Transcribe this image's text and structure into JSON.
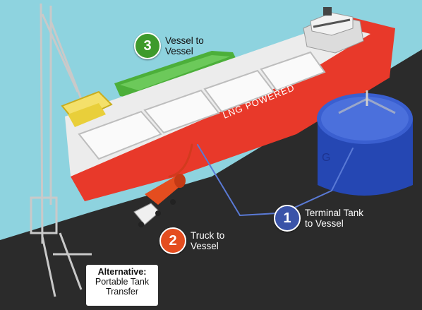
{
  "colors": {
    "sky": "#8ed3df",
    "ground": "#2b2b2b",
    "hull": "#e8392a",
    "barge": "#4caf3a",
    "tank": "#2547b3",
    "crane": "#c9c9c9",
    "badge_green": "#3e9a2c",
    "badge_red": "#e44d1f",
    "badge_blue": "#3a53a8"
  },
  "ship": {
    "hull_text": "LNG POWERED"
  },
  "tank": {
    "text": "G"
  },
  "callouts": {
    "vessel_to_vessel": {
      "number": "3",
      "line1": "Vessel to",
      "line2": "Vessel",
      "icon": "number-badge"
    },
    "truck_to_vessel": {
      "number": "2",
      "line1": "Truck to",
      "line2": "Vessel",
      "icon": "number-badge"
    },
    "terminal_tank": {
      "number": "1",
      "line1": "Terminal Tank",
      "line2": "to Vessel",
      "icon": "number-badge"
    },
    "alternative": {
      "line1": "Alternative:",
      "line2": "Portable Tank",
      "line3": "Transfer"
    }
  }
}
